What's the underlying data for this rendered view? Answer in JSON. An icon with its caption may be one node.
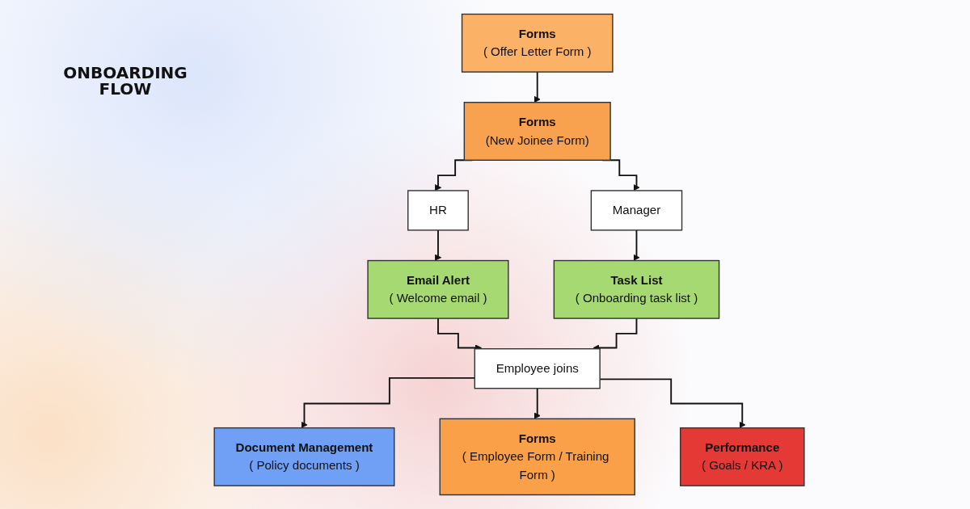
{
  "diagram": {
    "title": "ONBOARDING FLOW",
    "nodes": [
      {
        "text": [
          "Forms",
          "( Offer Letter Form )"
        ]
      },
      {
        "text": [
          "Forms",
          "(New Joinee Form)"
        ]
      },
      {
        "text": [
          "HR"
        ]
      },
      {
        "text": [
          "Manager"
        ]
      },
      {
        "text": [
          "Email Alert",
          "( Welcome email )"
        ]
      },
      {
        "text": [
          "Task List",
          "( Onboarding task list )"
        ]
      },
      {
        "text": [
          "Employee joins"
        ]
      },
      {
        "text": [
          "Document Management",
          "( Policy documents )"
        ]
      },
      {
        "text": [
          "Forms",
          "( Employee Form / Training Form )"
        ]
      },
      {
        "text": [
          "Performance",
          "( Goals / KRA )"
        ]
      }
    ],
    "edges": [
      {
        "from": 0,
        "to": 1,
        "arrow": "to"
      },
      {
        "from": 1,
        "to": 2,
        "arrow": "to"
      },
      {
        "from": 1,
        "to": 3,
        "arrow": "to"
      },
      {
        "from": 2,
        "to": 4,
        "arrow": "to"
      },
      {
        "from": 3,
        "to": 5,
        "arrow": "to"
      },
      {
        "from": 4,
        "to": 6,
        "arrow": "to"
      },
      {
        "from": 5,
        "to": 6,
        "arrow": "to"
      },
      {
        "from": 6,
        "to": 7,
        "arrow": "to"
      },
      {
        "from": 6,
        "to": 8,
        "arrow": "to"
      },
      {
        "from": 6,
        "to": 9,
        "arrow": "to"
      }
    ]
  }
}
